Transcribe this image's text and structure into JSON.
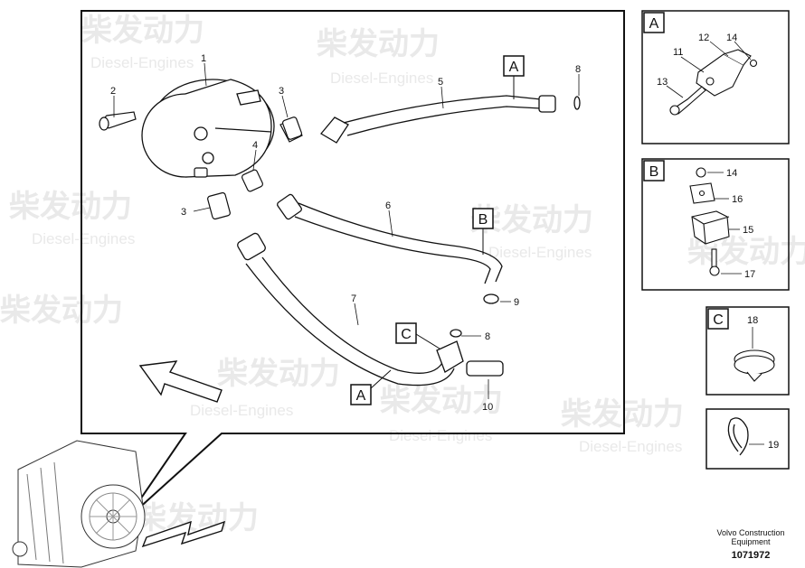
{
  "watermark": {
    "brand_cn": "柴发动力",
    "brand_en": "Diesel-Engines"
  },
  "main_view": {
    "part_labels": {
      "p1": "1",
      "p2": "2",
      "p3a": "3",
      "p3b": "3",
      "p4": "4",
      "p5": "5",
      "p6": "6",
      "p7": "7",
      "p8a": "8",
      "p8b": "8",
      "p9": "9",
      "p10": "10"
    },
    "ref_tags": {
      "a1": "A",
      "a2": "A",
      "b": "B",
      "c": "C"
    }
  },
  "detail_a": {
    "tag": "A",
    "labels": {
      "p11": "11",
      "p12": "12",
      "p13": "13",
      "p14": "14"
    }
  },
  "detail_b": {
    "tag": "B",
    "labels": {
      "p14": "14",
      "p15": "15",
      "p16": "16",
      "p17": "17"
    }
  },
  "detail_c": {
    "tag": "C",
    "labels": {
      "p18": "18"
    }
  },
  "detail_d": {
    "labels": {
      "p19": "19"
    }
  },
  "footer": {
    "maker_line1": "Volvo Construction",
    "maker_line2": "Equipment",
    "doc_number": "1071972"
  }
}
